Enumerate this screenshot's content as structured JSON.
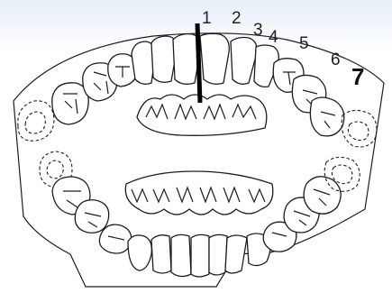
{
  "figure": {
    "tooth_numbers": [
      "1",
      "2",
      "3",
      "4",
      "5",
      "6",
      "7"
    ],
    "colors": {
      "ink": "#1d1d1d",
      "marker_line": "#000000",
      "background": "#ffffff"
    }
  }
}
